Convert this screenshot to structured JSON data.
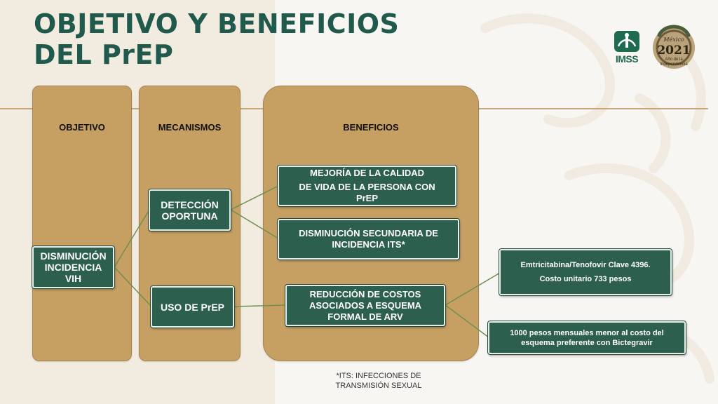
{
  "title": {
    "line1": "OBJETIVO Y BENEFICIOS",
    "line2": "DEL PrEP"
  },
  "columns": {
    "objetivo": "OBJETIVO",
    "mecanismos": "MECANISMOS",
    "beneficios": "BENEFICIOS"
  },
  "nodes": {
    "objetivo_main": {
      "line1": "DISMINUCIÓN",
      "line2": "INCIDENCIA",
      "line3": "VIH"
    },
    "deteccion": {
      "line1": "DETECCIÓN",
      "line2": "OPORTUNA"
    },
    "uso_prep": {
      "line1": "USO DE PrEP"
    },
    "calidad_vida": {
      "line1": "MEJORÍA DE LA CALIDAD",
      "line2": "DE VIDA DE LA PERSONA CON",
      "line3": "PrEP"
    },
    "incidencia_its": {
      "line1": "DISMINUCIÓN SECUNDARIA DE",
      "line2": "INCIDENCIA ITS*"
    },
    "reduccion_costos": {
      "line1": "REDUCCIÓN DE COSTOS",
      "line2": "ASOCIADOS A  ESQUEMA",
      "line3": "FORMAL DE ARV"
    },
    "costo_unitario": {
      "line1": "Emtricitabina/Tenofovir Clave 4396.",
      "line2": "Costo unitario 733 pesos"
    },
    "costo_mensual": {
      "line1": "1000 pesos mensuales  menor al costo del",
      "line2": "esquema preferente con Bictegravir"
    }
  },
  "footnote": {
    "line1": "*ITS: INFECCIONES DE",
    "line2": "TRANSMISIÓN SEXUAL"
  },
  "logos": {
    "imss_text": "IMSS",
    "anniversary_text_1": "México",
    "anniversary_year": "2021",
    "anniversary_text_2": "Año de la",
    "anniversary_text_3": "Independencia"
  },
  "colors": {
    "title": "#1f5a4c",
    "column_fill": "#c69f63",
    "box_fill": "#2c5f4d",
    "accent_line": "#c8a877",
    "connector": "#6f8f52"
  }
}
